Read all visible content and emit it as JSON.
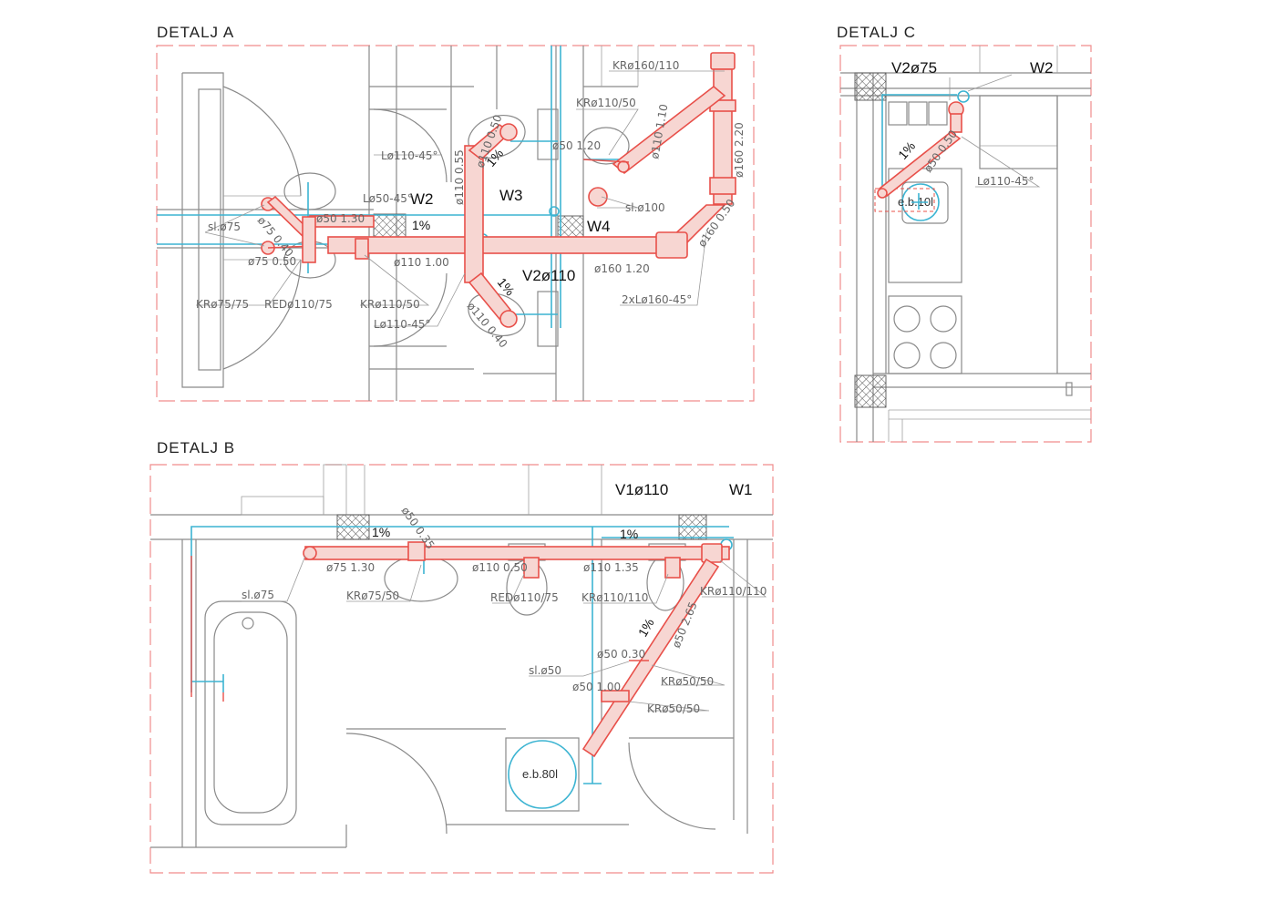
{
  "details": {
    "a": {
      "title": "DETALJ A"
    },
    "b": {
      "title": "DETALJ B"
    },
    "c": {
      "title": "DETALJ C"
    }
  },
  "detail_a_labels": {
    "w2": "W2",
    "w3": "W3",
    "w4": "W4",
    "v2": "V2ø110",
    "kr160": "KRø160/110",
    "kr110_50": "KRø110/50",
    "d110_110": "ø110 1.10",
    "d160_220": "ø160 2.20",
    "d50_120": "ø50 1.20",
    "sl100": "sl.ø100",
    "l110_45a": "Lø110-45°",
    "l50_45": "Lø50-45°",
    "d110_050": "ø110 0.50",
    "d110_055": "ø110 0.55",
    "d50_130": "ø50 1.30",
    "sl75": "sl.ø75",
    "d75_040": "ø75 0.40",
    "d75_050": "ø75 0.50",
    "d110_100": "ø110 1.00",
    "d160_120": "ø160 1.20",
    "d160_050": "ø160 0.50",
    "l160": "2xLø160-45°",
    "kr75": "KRø75/75",
    "red": "REDø110/75",
    "kr110_50b": "KRø110/50",
    "l110_45b": "Lø110-45°",
    "d110_040": "ø110 0.40",
    "pct1": "1%",
    "pct2": "1%",
    "pct3": "1%"
  },
  "detail_b_labels": {
    "v1": "V1ø110",
    "w1": "W1",
    "pct1": "1%",
    "pct2": "1%",
    "pct3": "1%",
    "d50_035": "ø50 0.35",
    "d75_130": "ø75 1.30",
    "d110_050": "ø110 0.50",
    "d110_135": "ø110 1.35",
    "kr110_110a": "KRø110/110",
    "sl75": "sl.ø75",
    "kr75_50": "KRø75/50",
    "red": "REDø110/75",
    "kr110_110b": "KRø110/110",
    "d50_265": "ø50 2.65",
    "d50_030": "ø50 0.30",
    "sl50": "sl.ø50",
    "d50_100": "ø50 1.00",
    "kr50_50a": "KRø50/50",
    "kr50_50b": "KRø50/50",
    "eb": "e.b.80l"
  },
  "detail_c_labels": {
    "v2": "V2ø75",
    "w2": "W2",
    "d50_050": "ø50 0.50",
    "pct": "1%",
    "eb": "e.b.10l",
    "l110": "Lø110-45°"
  }
}
